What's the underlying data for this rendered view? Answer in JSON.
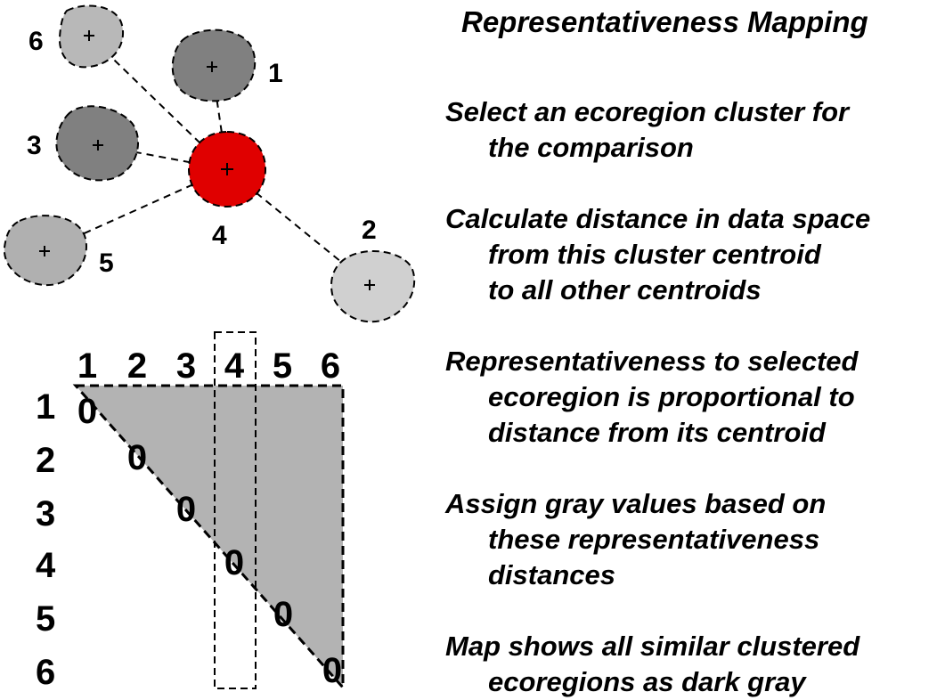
{
  "diagram": {
    "title": "Representativeness Mapping",
    "clusters": [
      {
        "label": "1",
        "shade": "#808080"
      },
      {
        "label": "2",
        "shade": "#d0d0d0"
      },
      {
        "label": "3",
        "shade": "#808080"
      },
      {
        "label": "4",
        "shade": "#e00000"
      },
      {
        "label": "5",
        "shade": "#b0b0b0"
      },
      {
        "label": "6",
        "shade": "#b8b8b8"
      }
    ],
    "matrix": {
      "col_labels": [
        "1",
        "2",
        "3",
        "4",
        "5",
        "6"
      ],
      "row_labels": [
        "1",
        "2",
        "3",
        "4",
        "5",
        "6"
      ],
      "diagonal_values": [
        "0",
        "0",
        "0",
        "0",
        "0",
        "0"
      ],
      "fill_color": "#b3b3b3",
      "selected_column": "4"
    },
    "steps": [
      {
        "first": "Select an ecoregion cluster for",
        "rest": [
          "the comparison"
        ]
      },
      {
        "first": "Calculate distance in data space",
        "rest": [
          "from this cluster centroid",
          "to all other centroids"
        ]
      },
      {
        "first": "Representativeness to selected",
        "rest": [
          "ecoregion is proportional to",
          "distance from its centroid"
        ]
      },
      {
        "first": "Assign gray values based on",
        "rest": [
          "these representativeness",
          "distances"
        ]
      },
      {
        "first": "Map shows all similar clustered",
        "rest": [
          "ecoregions as dark gray"
        ]
      }
    ]
  }
}
